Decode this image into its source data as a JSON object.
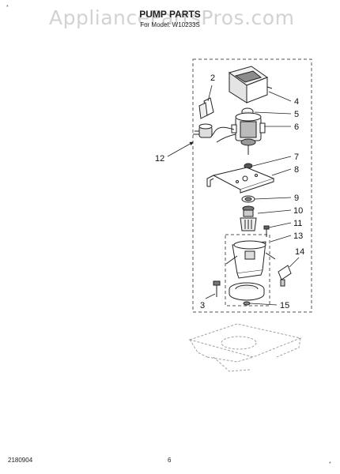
{
  "header": {
    "watermark": "AppliancePartsPros.com",
    "title": "PUMP PARTS",
    "subtitle": "For Model: W10233S"
  },
  "callouts": {
    "c2": "2",
    "c3": "3",
    "c4": "4",
    "c5": "5",
    "c6": "6",
    "c7": "7",
    "c8": "8",
    "c9": "9",
    "c10": "10",
    "c11": "11",
    "c12": "12",
    "c13": "13",
    "c14": "14",
    "c15": "15"
  },
  "footer": {
    "doc_number": "2180904",
    "page_number": "6",
    "corner_mark": "*"
  },
  "colors": {
    "line": "#222222",
    "dashed_box": "#555555",
    "phantom": "#9a9a9a"
  }
}
